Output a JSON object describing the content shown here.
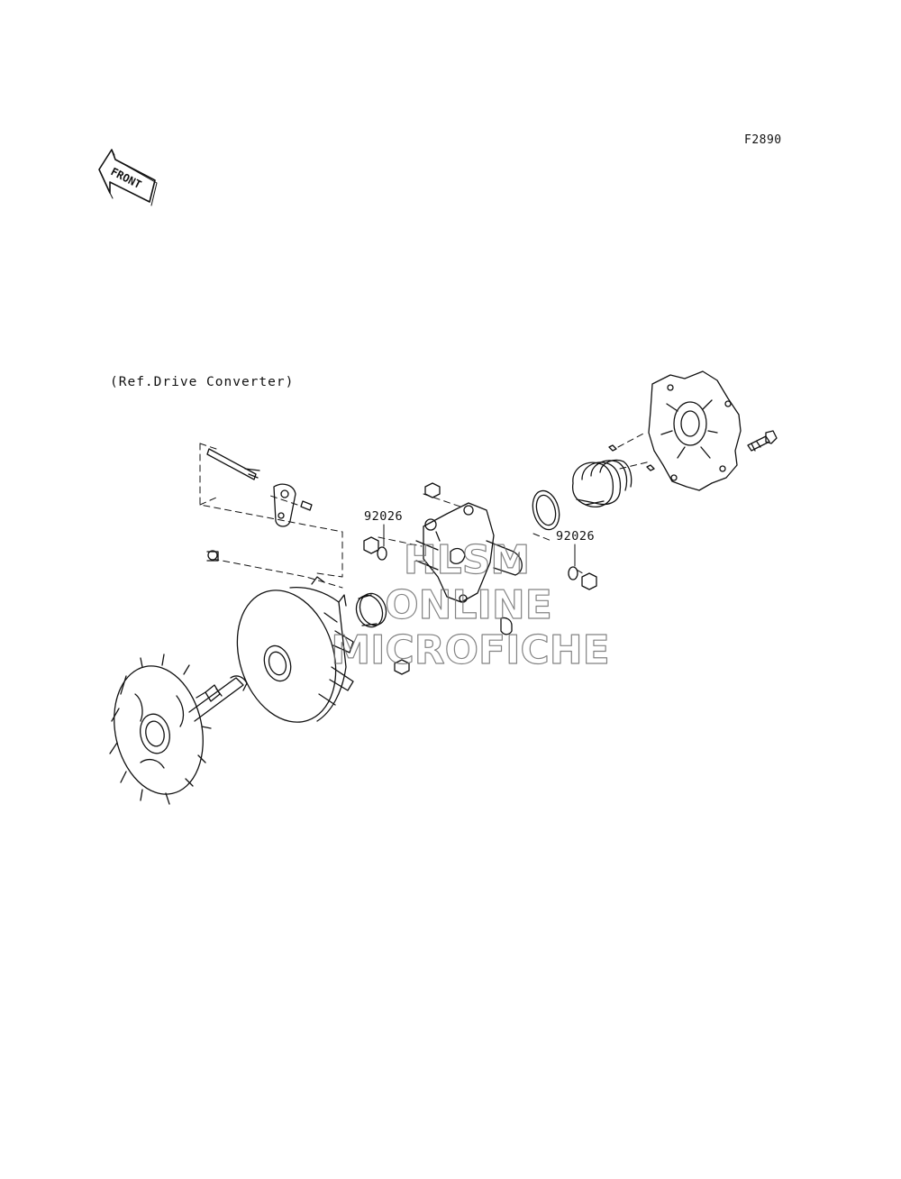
{
  "figure_id": "F2890",
  "reference_note": "(Ref.Drive Converter)",
  "front_arrow": {
    "label": "FRONT",
    "icon": "front-arrow-icon"
  },
  "callouts": [
    {
      "part_number": "92026"
    },
    {
      "part_number": "92026"
    }
  ],
  "watermark": {
    "line1": "HLSM",
    "line2": "ONLINE",
    "line3": "MICROFICHE"
  }
}
